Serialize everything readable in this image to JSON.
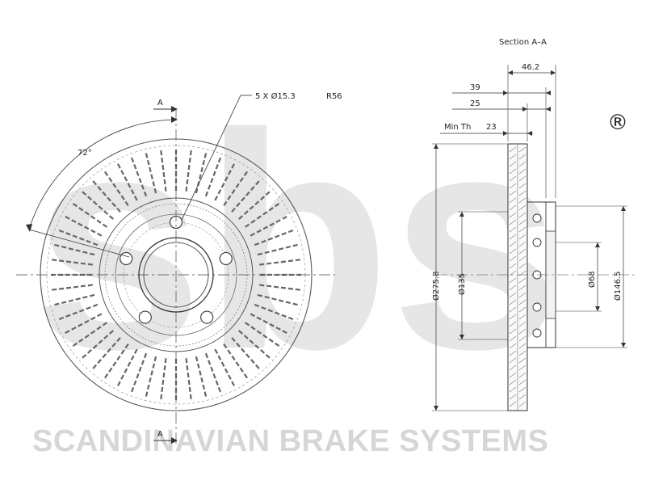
{
  "watermark": {
    "logo": "sbs",
    "registered": "®",
    "company": "SCANDINAVIAN BRAKE SYSTEMS"
  },
  "front_view": {
    "section_marker_top": "A",
    "section_marker_bottom": "A",
    "angle_label": "72°",
    "bolt_callout": "5 X Ø15.3",
    "radius_callout": "R56",
    "bolt_count": 5
  },
  "section_view": {
    "title": "Section A–A",
    "dimensions": {
      "overall_height": "46.2",
      "height_39": "39",
      "height_25": "25",
      "min_thickness_label": "Min Th",
      "min_thickness_value": "23",
      "outer_diameter": "Ø275.8",
      "hat_diameter": "Ø135",
      "center_bore": "Ø68",
      "hub_diameter": "Ø146.5"
    }
  }
}
